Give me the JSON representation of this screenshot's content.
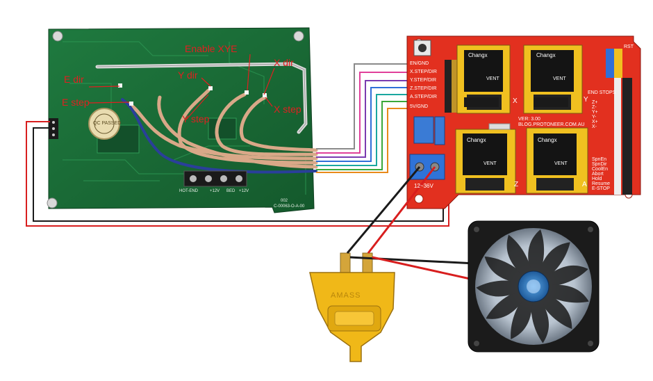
{
  "controller_labels": {
    "enable_xye": "Enable XYE",
    "x_dir": "X dir",
    "x_step": "X step",
    "y_dir": "Y dir",
    "y_step": "Y step",
    "e_dir": "E dir",
    "e_step": "E step"
  },
  "controller_silk": {
    "qc_sticker": "QC PASSED",
    "hot_end": "HOT-END",
    "v12a": "+12V",
    "bed": "BED",
    "v12b": "+12V",
    "board_code": "C-00063-O-A-00",
    "board_num": "002"
  },
  "shield_pins": [
    "EN/GND",
    "X.STEP/DIR",
    "Y.STEP/DIR",
    "Z.STEP/DIR",
    "A.STEP/DIR",
    "5V/GND"
  ],
  "shield_text": {
    "title": "CNC SHIELD",
    "voltage": "12~36V",
    "url": "BLOG.PROTONEER.COM.AU",
    "version": "VER: 3.00",
    "end_stops": "END STOPS",
    "rst": "RST",
    "x_axis": "X",
    "y_axis": "Y",
    "z_axis": "Z",
    "a_axis": "A"
  },
  "shield_right_pins": [
    "Z+",
    "Z-",
    "Y+",
    "Y-",
    "X+",
    "X-",
    "SpnEn",
    "SpnDir",
    "CoolEn",
    "Abort",
    "Hold",
    "Resume",
    "E-STOP"
  ],
  "capacitor_brand": "Changx",
  "capacitor_vent": "VENT",
  "connector_mark": "AMASS",
  "wire_colors": {
    "red": "#d81e1e",
    "black": "#1a1a1a",
    "gray": "#8a8a8a",
    "pink": "#e0409a",
    "purple": "#7a3bb0",
    "blue": "#2f6fd8",
    "teal": "#1aa7a0",
    "green": "#3aa83a",
    "orange": "#e88a1a"
  }
}
